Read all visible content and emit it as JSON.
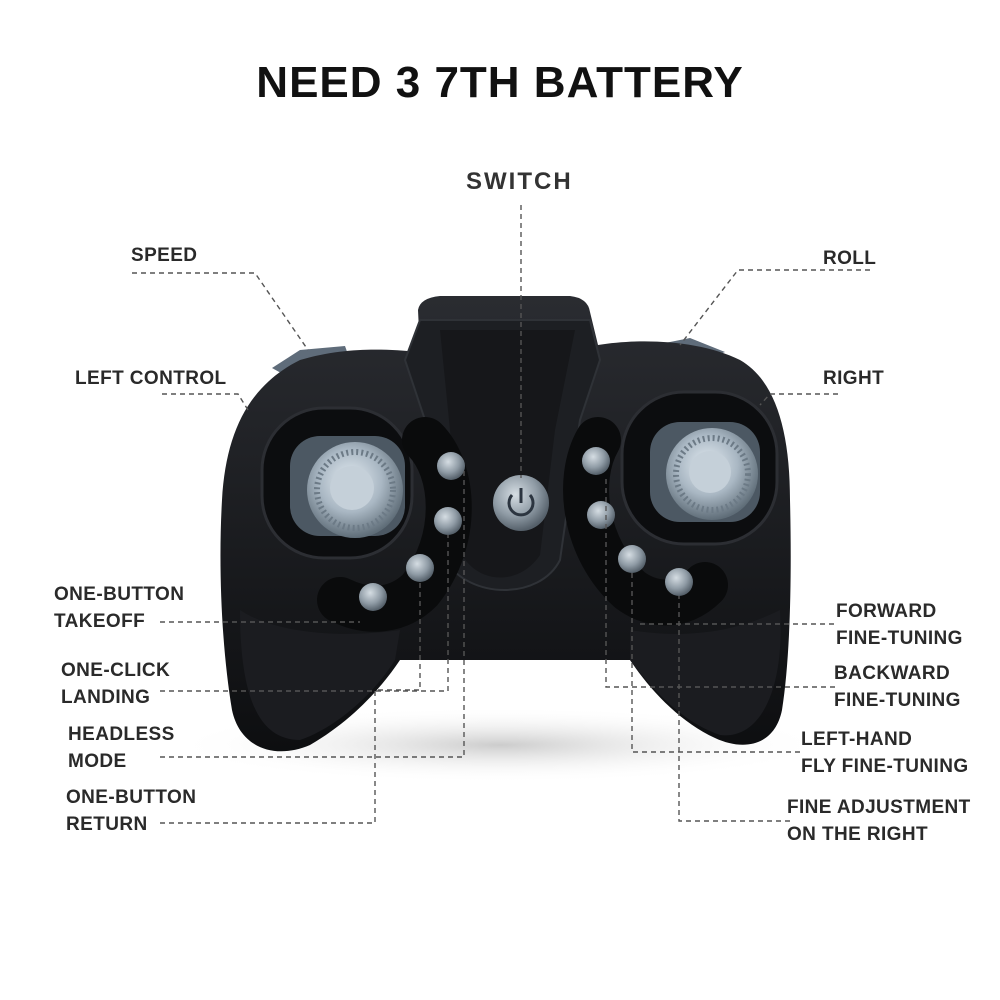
{
  "title": "NEED 3 7TH BATTERY",
  "labels": {
    "switch": "SWITCH",
    "speed": "SPEED",
    "roll": "ROLL",
    "left_control": "LEFT CONTROL",
    "right": "RIGHT",
    "takeoff": [
      "ONE-BUTTON",
      "TAKEOFF"
    ],
    "landing": [
      "ONE-CLICK",
      "LANDING"
    ],
    "headless": [
      "HEADLESS",
      "MODE"
    ],
    "return": [
      "ONE-BUTTON",
      "RETURN"
    ],
    "forward": [
      "FORWARD",
      "FINE-TUNING"
    ],
    "backward": [
      "BACKWARD",
      "FINE-TUNING"
    ],
    "left_hand": [
      "LEFT-HAND",
      "FLY FINE-TUNING"
    ],
    "fine_right": [
      "FINE ADJUSTMENT",
      "ON THE RIGHT"
    ]
  },
  "colors": {
    "controller_body": "#151619",
    "button_face": "#9aa6b0",
    "stick_face": "#a9b7c3",
    "leader_line": "#555555"
  }
}
